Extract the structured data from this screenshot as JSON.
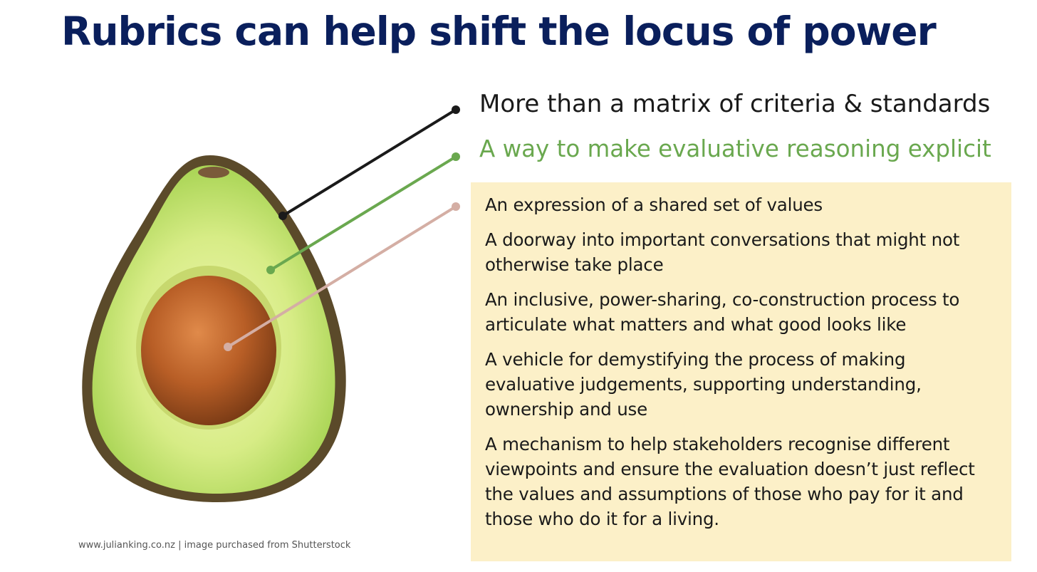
{
  "slide": {
    "title": "Rubrics can help shift the locus of power",
    "labels": [
      "More than a matrix of criteria & standards",
      "A way to make evaluative reasoning explicit"
    ],
    "panel_items": [
      "An expression of a shared set of values",
      "A doorway into important conversations that might not otherwise take place",
      "An inclusive, power-sharing, co-construction process to articulate what matters and what good looks like",
      "A vehicle for demystifying the process of making evaluative judgements, supporting understanding, ownership and use",
      "A mechanism to help stakeholders recognise different viewpoints and ensure the evaluation doesn’t just reflect the values and assumptions of those who pay for it and those who do it for a living."
    ],
    "credit": "www.julianking.co.nz | image purchased from Shutterstock"
  },
  "colors": {
    "title": "#0a1f5c",
    "label_dark": "#1a1a1a",
    "label_green": "#6aa84f",
    "leader_pink": "#d4aea4",
    "panel_bg": "#fcf0c8"
  },
  "icons": {
    "image": "avocado-half-illustration"
  }
}
